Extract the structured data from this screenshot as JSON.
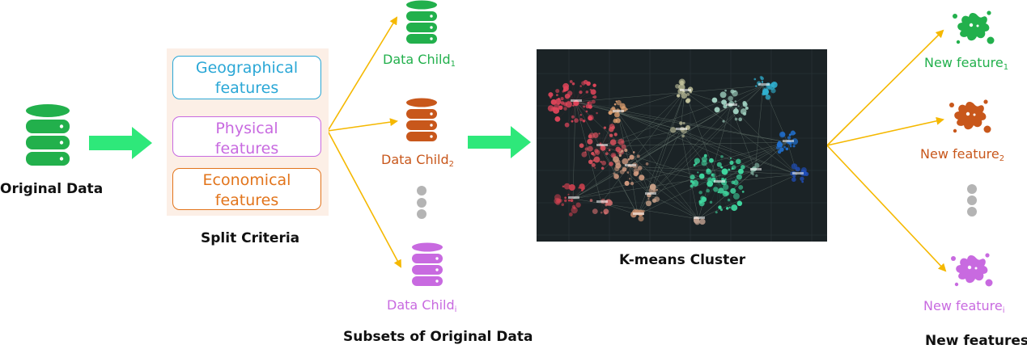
{
  "original_data": {
    "label": "Original Data",
    "icon": "database-icon",
    "color": "#22b04c"
  },
  "split_criteria": {
    "label": "Split Criteria",
    "items": [
      {
        "line1": "Geographical",
        "line2": "features",
        "color": "#2aa7d6"
      },
      {
        "line1": "Physical",
        "line2": "features",
        "color": "#c86ae0"
      },
      {
        "line1": "Economical",
        "line2": "features",
        "color": "#e2741b"
      }
    ]
  },
  "subsets": {
    "label": "Subsets of Original Data",
    "children": [
      {
        "name": "Data Child",
        "subscript": "1",
        "color": "#22b04c"
      },
      {
        "name": "Data Child",
        "subscript": "2",
        "color": "#c8571b"
      },
      {
        "name": "Data Child",
        "subscript": "i",
        "color": "#c86ae0"
      }
    ]
  },
  "kmeans": {
    "label": "K-means Cluster"
  },
  "new_features": {
    "label": "New features",
    "items": [
      {
        "name": "New feature",
        "subscript": "1",
        "color": "#22b04c"
      },
      {
        "name": "New feature",
        "subscript": "2",
        "color": "#c8571b"
      },
      {
        "name": "New feature",
        "subscript": "i",
        "color": "#c86ae0"
      }
    ]
  },
  "colors": {
    "arrow_green": "#2ee87a",
    "connector_yellow": "#f5b800",
    "ellipsis_gray": "#b4b4b4"
  }
}
